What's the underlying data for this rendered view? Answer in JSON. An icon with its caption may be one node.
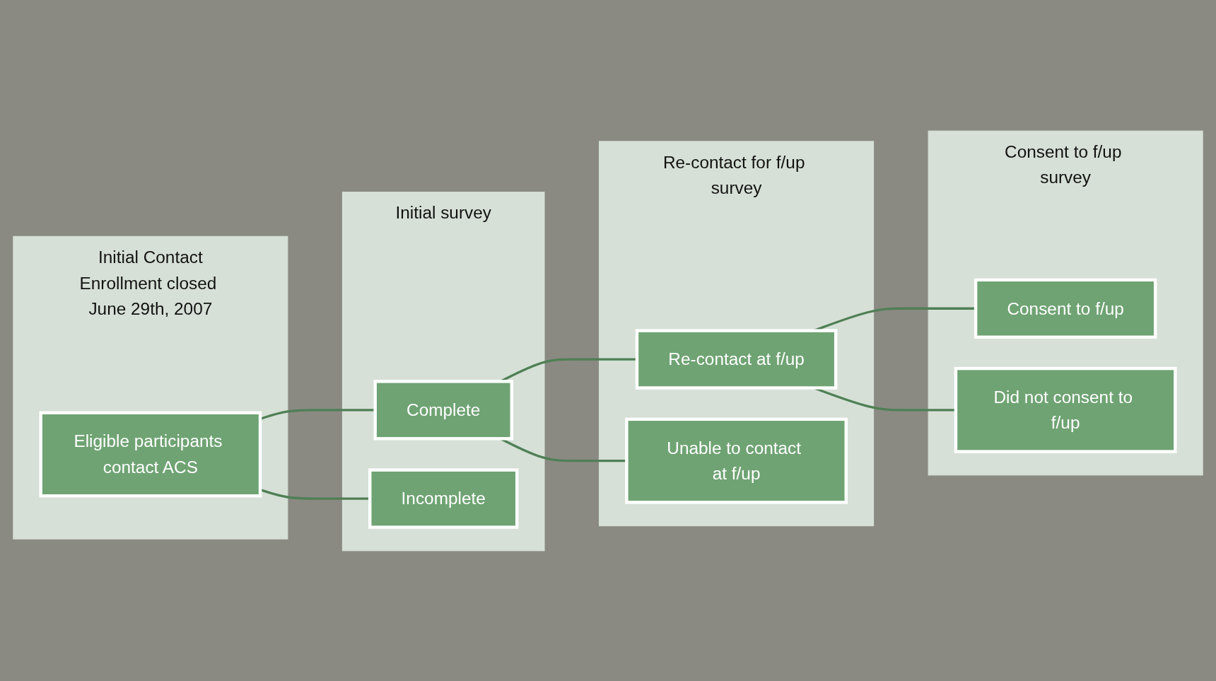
{
  "diagram": {
    "nodes": [
      {
        "text": [
          "Initial Contact",
          "Enrollment closed June 29th, 2007"
        ]
      },
      {
        "text": [
          "Eligible participants contact ACS"
        ],
        "in": 0
      },
      {
        "text": [
          "Initial survey"
        ]
      },
      {
        "text": [
          "Complete"
        ],
        "in": 2
      },
      {
        "text": [
          "Incomplete"
        ],
        "in": 2
      },
      {
        "text": [
          "Re-contact for f/up survey"
        ]
      },
      {
        "text": [
          "Re-contact at f/up"
        ],
        "in": 5
      },
      {
        "text": [
          "Unable to contact at f/up"
        ],
        "in": 5
      },
      {
        "text": [
          "Consent to f/up survey"
        ]
      },
      {
        "text": [
          "Consent to f/up"
        ],
        "in": 8
      },
      {
        "text": [
          "Did not consent to f/up"
        ],
        "in": 8
      }
    ],
    "edges": [
      {
        "from": 1,
        "to": 3,
        "arrow": "none"
      },
      {
        "from": 1,
        "to": 4,
        "arrow": "none"
      },
      {
        "from": 3,
        "to": 6,
        "arrow": "none"
      },
      {
        "from": 3,
        "to": 7,
        "arrow": "none"
      },
      {
        "from": 6,
        "to": 9,
        "arrow": "none"
      },
      {
        "from": 6,
        "to": 10,
        "arrow": "none"
      }
    ]
  }
}
